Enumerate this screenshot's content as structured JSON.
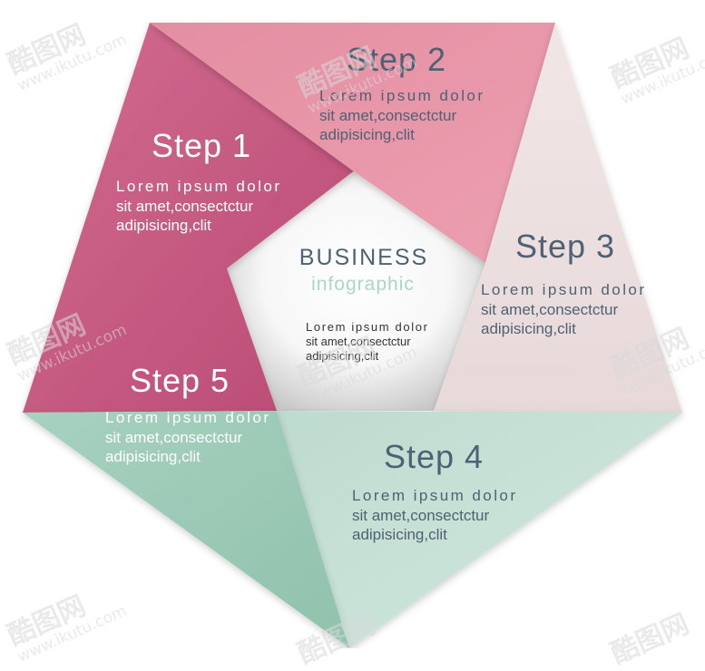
{
  "center": {
    "title": "BUSINESS",
    "subtitle": "infographic",
    "text_lines": [
      "Lorem ipsum dolor",
      "sit amet,consectctur",
      "adipisicing,clit"
    ]
  },
  "steps": [
    {
      "title": "Step 1",
      "lines": [
        "Lorem ipsum dolor",
        "sit amet,consectctur",
        "adipisicing,clit"
      ],
      "color": "#c95a83"
    },
    {
      "title": "Step 2",
      "lines": [
        "Lorem ipsum dolor",
        "sit amet,consectctur",
        "adipisicing,clit"
      ],
      "color": "#e794a7"
    },
    {
      "title": "Step 3",
      "lines": [
        "Lorem ipsum dolor",
        "sit amet,consectctur",
        "adipisicing,clit"
      ],
      "color": "#eee1e1"
    },
    {
      "title": "Step 4",
      "lines": [
        "Lorem ipsum dolor",
        "sit amet,consectctur",
        "adipisicing,clit"
      ],
      "color": "#c6e1d6"
    },
    {
      "title": "Step 5",
      "lines": [
        "Lorem ipsum dolor",
        "sit amet,consectctur",
        "adipisicing,clit"
      ],
      "color": "#9fcbb8"
    }
  ],
  "colors": {
    "dark_text": "#4e6273",
    "white_text": "#ffffff",
    "subtitle": "#a7d8c7"
  },
  "watermark": {
    "brand": "酷图网",
    "url": "www.ikutu.com"
  }
}
